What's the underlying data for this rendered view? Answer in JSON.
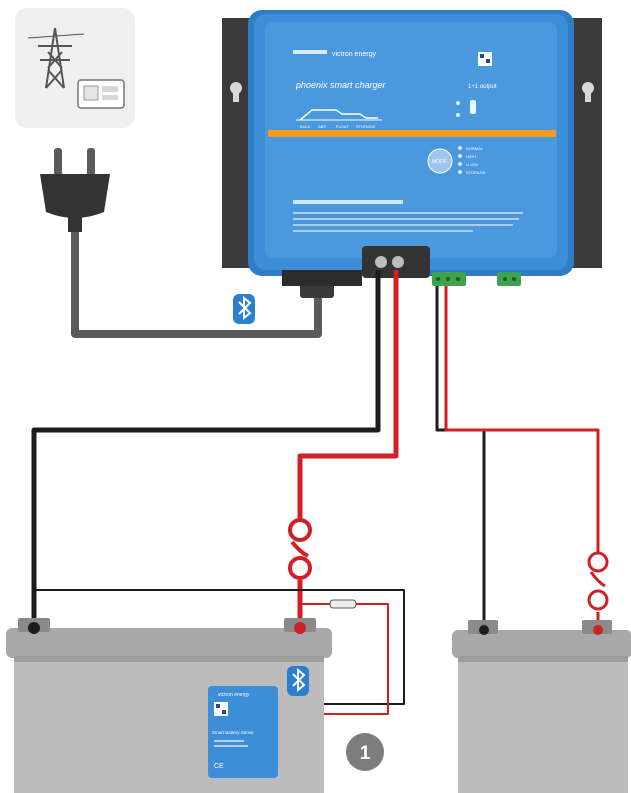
{
  "charger": {
    "brand": "victron energy",
    "model": "phoenix smart charger",
    "output_type": "1+1 output",
    "led_labels": [
      "BULK",
      "ABS",
      "FLOAT",
      "STORAGE"
    ],
    "mode_labels": [
      "NORMAL",
      "HIGH",
      "LI-ION",
      "STORAGE"
    ],
    "mode_button": "MODE",
    "accent_color": "#3d8ed9",
    "stripe_color": "#f29b20"
  },
  "battery_monitor": {
    "brand": "victron energy",
    "model": "Smart Battery Sense",
    "marking": "CE"
  },
  "marker": {
    "number": "1"
  },
  "icons": [
    "power-pylon-icon",
    "wall-socket-icon",
    "mains-plug-icon",
    "bluetooth-icon"
  ],
  "wire_colors": {
    "negative": "#1c1c1c",
    "positive": "#d11f26",
    "mains": "#5b5b5b"
  }
}
